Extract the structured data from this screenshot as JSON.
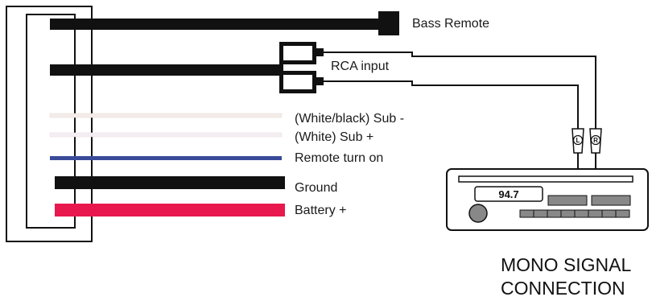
{
  "diagram": {
    "wires": [
      {
        "id": "bass-remote",
        "label": "Bass Remote",
        "color": "#111111"
      },
      {
        "id": "rca-input",
        "label": "RCA input",
        "color": "#111111"
      },
      {
        "id": "white-black-sub-minus",
        "label": "(White/black) Sub -",
        "color": "#f5f0ee"
      },
      {
        "id": "white-sub-plus",
        "label": "(White) Sub +",
        "color": "#f5f0f3"
      },
      {
        "id": "remote-turn-on",
        "label": "Remote turn on",
        "color": "#3a4a9a"
      },
      {
        "id": "ground",
        "label": "Ground",
        "color": "#111111"
      },
      {
        "id": "battery-plus",
        "label": "Battery +",
        "color": "#e8184e"
      }
    ],
    "head_unit": {
      "display": "94.7",
      "connectors": [
        "L",
        "R"
      ]
    },
    "title_lines": [
      "MONO SIGNAL",
      "CONNECTION"
    ]
  }
}
